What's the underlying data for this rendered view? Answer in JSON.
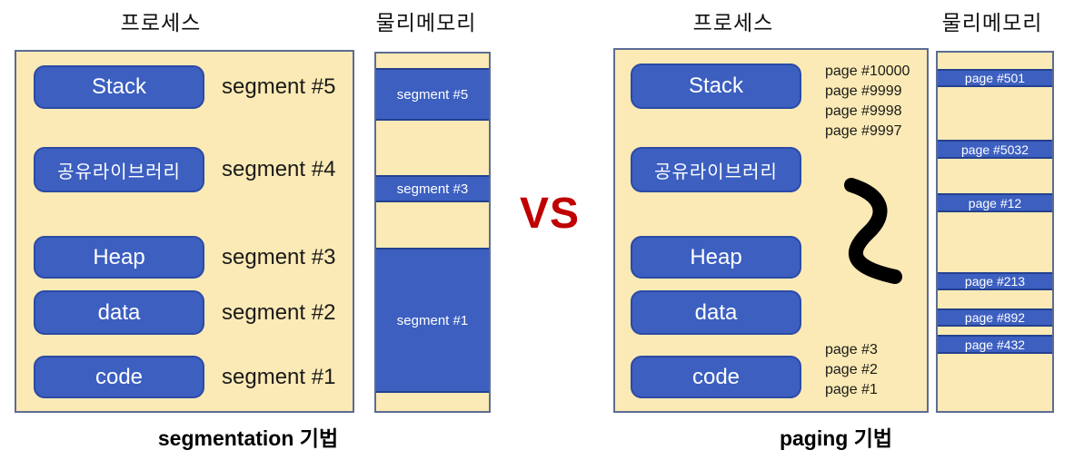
{
  "colors": {
    "cream": "#FBEAB5",
    "block_blue": "#3C5FC0",
    "block_blue_border": "#2B4AA5",
    "strip_border": "#24418F",
    "outline_gray_blue": "#5C6C94",
    "vs_red": "#C00000",
    "text_black": "#111111",
    "text_white": "#FFFFFF"
  },
  "vs_label": "VS",
  "left": {
    "process_title": "프로세스",
    "memory_title": "물리메모리",
    "caption": "segmentation 기법",
    "segments": [
      {
        "box": "Stack",
        "label": "segment #5"
      },
      {
        "box": "공유라이브러리",
        "label": "segment #4"
      },
      {
        "box": "Heap",
        "label": "segment #3"
      },
      {
        "box": "data",
        "label": "segment #2"
      },
      {
        "box": "code",
        "label": "segment #1"
      }
    ],
    "memory_blocks": [
      "segment #5",
      "segment #3",
      "segment #1"
    ]
  },
  "right": {
    "process_title": "프로세스",
    "memory_title": "물리메모리",
    "caption": "paging 기법",
    "blocks": [
      "Stack",
      "공유라이브러리",
      "Heap",
      "data",
      "code"
    ],
    "top_pages": [
      "page #10000",
      "page #9999",
      "page #9998",
      "page #9997"
    ],
    "bottom_pages": [
      "page #3",
      "page #2",
      "page #1"
    ],
    "memory_blocks": [
      "page #501",
      "page #5032",
      "page #12",
      "page #213",
      "page #892",
      "page #432"
    ]
  }
}
